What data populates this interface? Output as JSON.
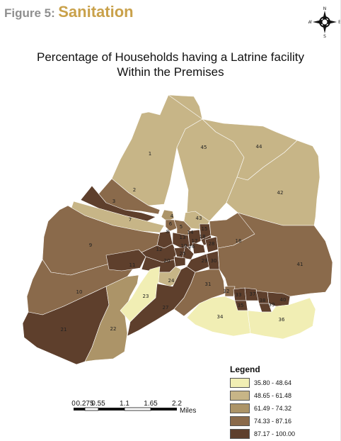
{
  "header": {
    "figure_label": "Figure 5:",
    "figure_title": "Sanitation"
  },
  "map_title": {
    "line1": "Percentage of Households having a Latrine facility",
    "line2": "Within the Premises"
  },
  "compass": {
    "n": "N",
    "s": "S",
    "e": "E",
    "w": "W"
  },
  "legend": {
    "title": "Legend",
    "classes": [
      {
        "label": "35.80 - 48.64",
        "color": "#f1eeb4"
      },
      {
        "label": "48.65 - 61.48",
        "color": "#c7b587"
      },
      {
        "label": "61.49 - 74.32",
        "color": "#ac9468"
      },
      {
        "label": "74.33 - 87.16",
        "color": "#8a6a4b"
      },
      {
        "label": "87.17 - 100.00",
        "color": "#5e3f2c"
      }
    ]
  },
  "scale": {
    "ticks": [
      "0",
      "0.275",
      "0.55",
      "1.1",
      "1.65",
      "2.2"
    ],
    "unit": "Miles"
  },
  "wards": {
    "1": "1",
    "2": "2",
    "3": "3",
    "4": "4",
    "5": "5",
    "6": "6",
    "7": "7",
    "8": "8",
    "9": "9",
    "10": "10",
    "11": "11",
    "12": "12",
    "13": "13",
    "14": "14",
    "15": "15",
    "16": "16",
    "17": "17",
    "18": "18",
    "19": "19",
    "20": "20",
    "21": "21",
    "22": "22",
    "23": "23",
    "24": "24",
    "25": "25",
    "26": "26",
    "27": "27",
    "28": "28",
    "29": "29",
    "30": "30",
    "31": "31",
    "32": "32",
    "33": "33",
    "34": "34",
    "35": "35",
    "36": "36",
    "37": "37",
    "38": "38",
    "39": "39",
    "40": "40",
    "41": "41",
    "42": "42",
    "43": "43",
    "44": "44",
    "45": "45"
  }
}
